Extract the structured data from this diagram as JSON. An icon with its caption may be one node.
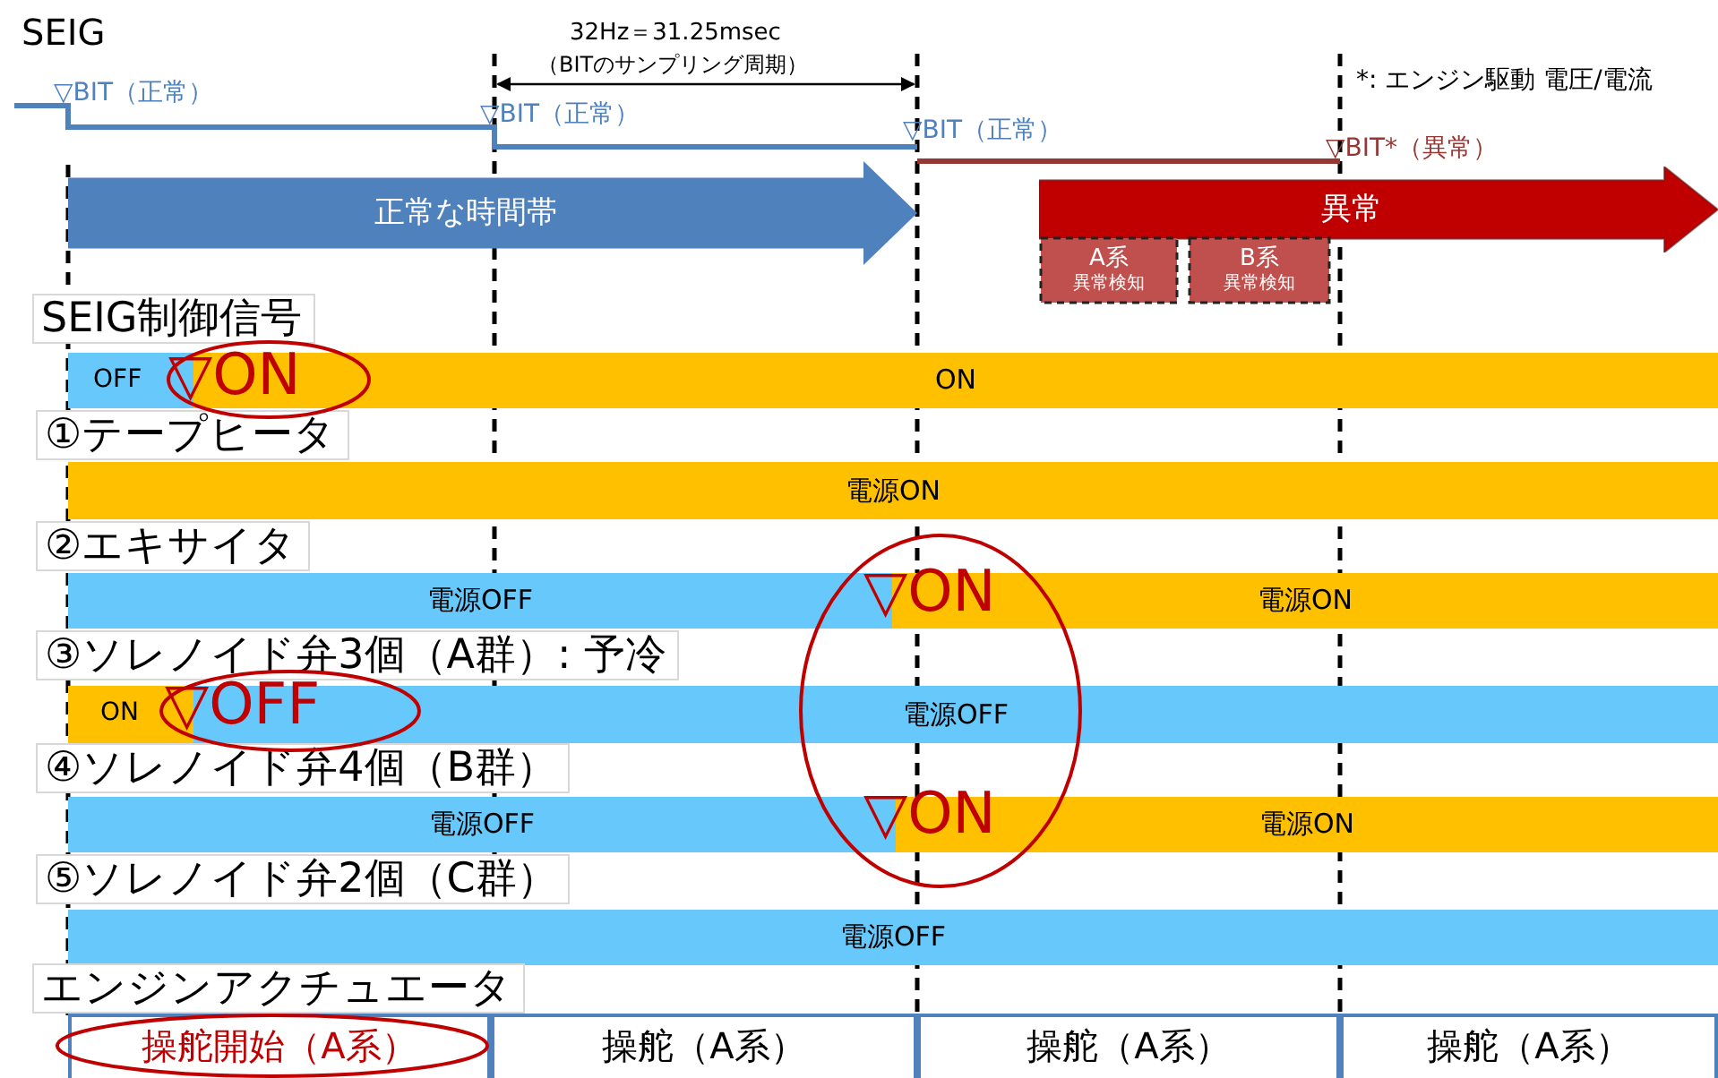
{
  "diagram": {
    "nodes": [
      {
        "text": [
          "正常な時間帯"
        ]
      },
      {
        "text": [
          "異常"
        ]
      },
      {
        "text": [
          "A系",
          "異常検知"
        ]
      },
      {
        "text": [
          "B系",
          "異常検知"
        ]
      },
      {
        "text": [
          "OFF"
        ]
      },
      {
        "text": [
          "ON"
        ]
      },
      {
        "text": [
          "電源ON"
        ]
      },
      {
        "text": [
          "電源OFF"
        ]
      },
      {
        "text": [
          "電源ON"
        ]
      },
      {
        "text": [
          "ON"
        ]
      },
      {
        "text": [
          "電源OFF"
        ]
      },
      {
        "text": [
          "電源OFF"
        ]
      },
      {
        "text": [
          "電源ON"
        ]
      },
      {
        "text": [
          "電源OFF"
        ]
      },
      {
        "text": [
          "操舵開始（A系）"
        ]
      },
      {
        "text": [
          "操舵（A系）"
        ]
      },
      {
        "text": [
          "操舵（A系）"
        ]
      },
      {
        "text": [
          "操舵（A系）"
        ]
      }
    ],
    "labels": [
      "SEIG",
      "▽BIT（正常）",
      "▽BIT（正常）",
      "32Hz＝31.25msec",
      "（BITのサンプリング周期）",
      "▽BIT（正常）",
      "*: エンジン駆動 電圧/電流",
      "▽BIT*（異常）",
      "SEIG制御信号",
      "▽ON",
      "①テープヒータ",
      "②エキサイタ",
      "▽ON",
      "③ソレノイド弁3個（A群）: 予冷",
      "▽OFF",
      "④ソレノイド弁4個（B群）",
      "▽ON",
      "⑤ソレノイド弁2個（C群）",
      "エンジンアクチュエータ"
    ]
  }
}
